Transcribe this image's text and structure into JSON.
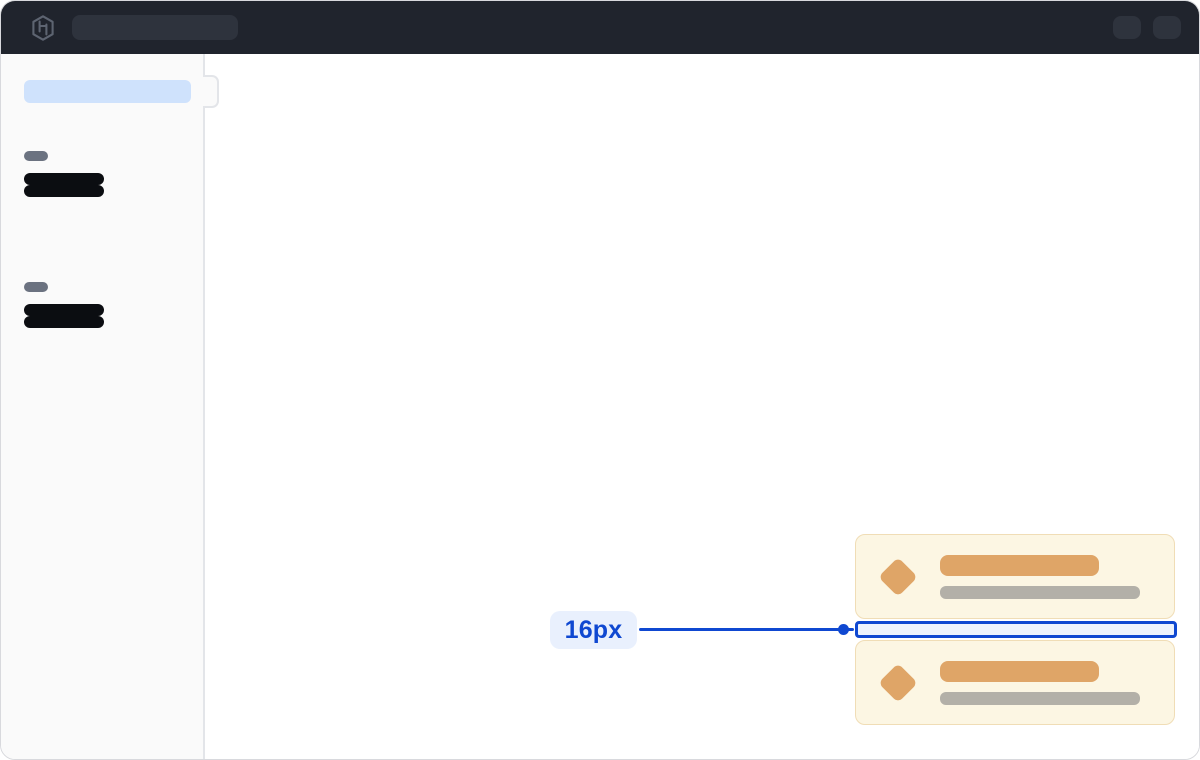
{
  "colors": {
    "topbar_bg": "#20242d",
    "topbar_placeholder": "#2e333d",
    "logo_gray": "#5d6471",
    "sidebar_bg": "#fafafa",
    "sidebar_border": "#e3e5e9",
    "active_item": "#cfe2fc",
    "section_pill": "#6b7280",
    "nav_bar": "#0b0d11",
    "card_bg": "#fcf6e3",
    "card_border": "#f0ddb6",
    "card_orange": "#dfa567",
    "card_muted": "#b3b0a8",
    "accent_blue": "#0f48d1",
    "accent_blue_fill": "#edf3fd",
    "label_bg": "#e9f0fd",
    "window_border": "#d8d9dd"
  },
  "topbar": {
    "logo_icon": "hashicorp-logo-icon",
    "search_placeholder_block": "search-placeholder",
    "action_blocks": [
      "action-placeholder-1",
      "action-placeholder-2"
    ]
  },
  "sidebar": {
    "active_item": "active-nav-placeholder",
    "toggle": "sidebar-collapse-tab",
    "groups": [
      {
        "header": "section-pill-placeholder",
        "item_bars": 2
      },
      {
        "header": "section-pill-placeholder",
        "item_bars": 2
      }
    ]
  },
  "cards": {
    "count": 2,
    "icon": "diamond-icon",
    "bars_per_card": [
      "title-bar",
      "subtitle-bar"
    ]
  },
  "annotation": {
    "label": "16px",
    "target": "vertical-gap-between-cards"
  }
}
